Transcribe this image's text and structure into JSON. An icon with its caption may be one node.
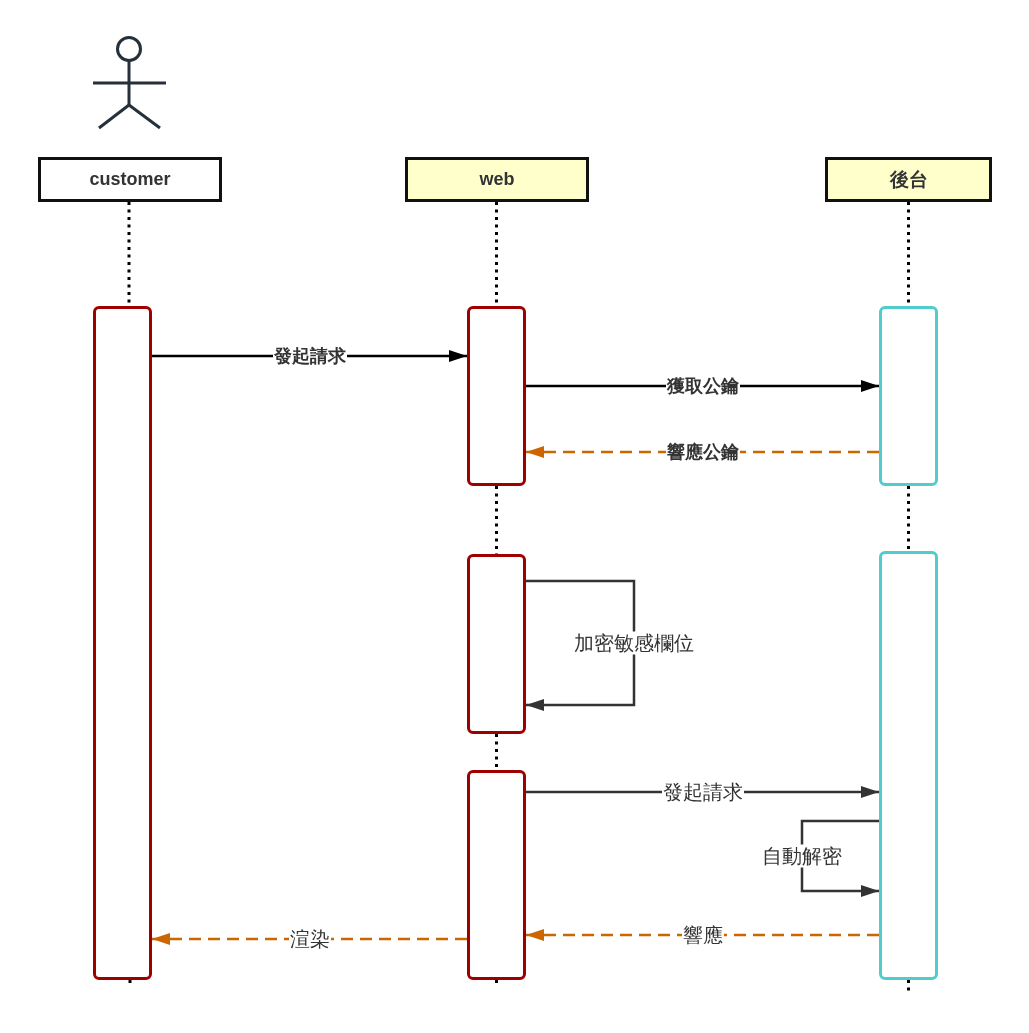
{
  "diagram": {
    "nodes": [
      {
        "text": [
          "customer"
        ]
      },
      {
        "text": [
          "web"
        ]
      },
      {
        "text": [
          "後台"
        ]
      },
      {
        "text": [],
        "shape": "box"
      },
      {
        "text": [],
        "shape": "box"
      },
      {
        "text": [],
        "shape": "box"
      },
      {
        "text": [],
        "shape": "box"
      },
      {
        "text": [],
        "shape": "box"
      },
      {
        "text": [],
        "shape": "box"
      }
    ],
    "edges": [
      {
        "from": 3,
        "to": 4,
        "arrow": "to",
        "label": "發起請求"
      },
      {
        "from": 4,
        "to": 5,
        "arrow": "to",
        "label": "獲取公鑰"
      },
      {
        "from": 5,
        "to": 4,
        "arrow": "to",
        "label": "響應公鑰",
        "style": "dashed",
        "color": "#cc6600"
      },
      {
        "from": 6,
        "to": 6,
        "arrow": "to",
        "label": "加密敏感欄位",
        "color": "#333333"
      },
      {
        "from": 8,
        "to": 7,
        "arrow": "to",
        "label": "發起請求",
        "color": "#333333"
      },
      {
        "from": 7,
        "to": 7,
        "arrow": "to",
        "label": "自動解密",
        "color": "#333333"
      },
      {
        "from": 7,
        "to": 8,
        "arrow": "to",
        "label": "響應",
        "style": "dashed",
        "color": "#cc6600"
      },
      {
        "from": 8,
        "to": 3,
        "arrow": "to",
        "label": "渲染",
        "style": "dashed",
        "color": "#cc6600"
      },
      {
        "from": 0,
        "to": 3,
        "arrow": "none",
        "style": "dashed"
      },
      {
        "from": 1,
        "to": 4,
        "arrow": "none",
        "style": "dashed"
      },
      {
        "from": 2,
        "to": 5,
        "arrow": "none",
        "style": "dashed"
      },
      {
        "from": 4,
        "to": 6,
        "arrow": "none",
        "style": "dashed"
      },
      {
        "from": 5,
        "to": 7,
        "arrow": "none",
        "style": "dashed"
      },
      {
        "from": 6,
        "to": 8,
        "arrow": "none",
        "style": "dashed"
      },
      {
        "from": 3,
        "to": null,
        "arrow": "none",
        "style": "dashed"
      },
      {
        "from": 8,
        "to": null,
        "arrow": "none",
        "style": "dashed"
      },
      {
        "from": 7,
        "to": null,
        "arrow": "none",
        "style": "dashed"
      }
    ]
  }
}
